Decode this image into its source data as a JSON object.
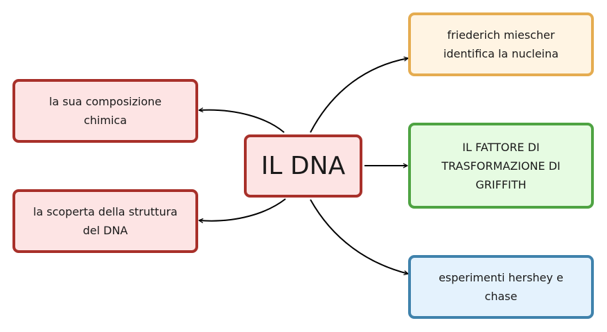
{
  "diagram": {
    "center": {
      "label": "IL DNA"
    },
    "nodes": {
      "left1": {
        "label": "la sua composizione\nchimica"
      },
      "left2": {
        "label": "la scoperta della struttura\ndel DNA"
      },
      "right1": {
        "label": "friederich miescher\nidentifica la nucleina"
      },
      "right2": {
        "label": "IL FATTORE DI\nTRASFORMAZIONE DI\nGRIFFITH"
      },
      "right3": {
        "label": "esperimenti hershey e\nchase"
      }
    },
    "colors": {
      "connector": "#000000",
      "red_border": "#a8302a",
      "red_fill": "#fde4e4",
      "orange_border": "#e5ac50",
      "orange_fill": "#fff4e3",
      "green_border": "#4ea342",
      "green_fill": "#e6fbe2",
      "blue_border": "#3f82ac",
      "blue_fill": "#e4f2fd"
    }
  }
}
